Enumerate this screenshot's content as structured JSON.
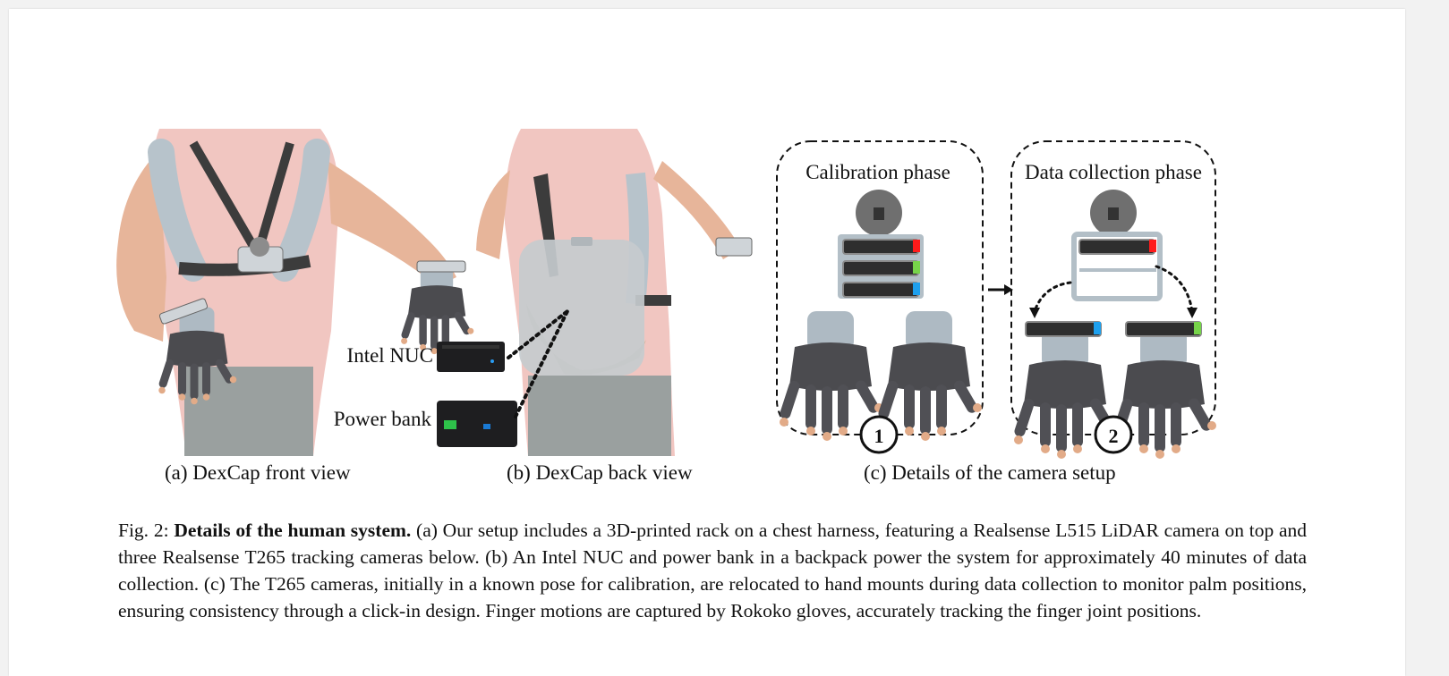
{
  "figure": {
    "panels": [
      {
        "label": "(a) DexCap front view"
      },
      {
        "label": "(b) DexCap back view",
        "callouts": [
          "Intel NUC",
          "Power bank"
        ]
      },
      {
        "label": "(c) Details of the camera setup",
        "phases": [
          {
            "title": "Calibration phase",
            "number": "1"
          },
          {
            "title": "Data collection phase",
            "number": "2"
          }
        ]
      }
    ],
    "colors": {
      "red": "#ff1a1a",
      "green": "#77d44a",
      "blue": "#1ea0ee",
      "shirt": "#f1c6c1",
      "skin": "#e7b59a",
      "strap": "#3c3c3c",
      "pad": "#b7c3cb"
    }
  },
  "caption": {
    "prefix": "Fig. 2: ",
    "title": "Details of the human system.",
    "body": " (a) Our setup includes a 3D-printed rack on a chest harness, featuring a Realsense L515 LiDAR camera on top and three Realsense T265 tracking cameras below. (b) An Intel NUC and power bank in a backpack power the system for approximately 40 minutes of data collection. (c) The T265 cameras, initially in a known pose for calibration, are relocated to hand mounts during data collection to monitor palm positions, ensuring consistency through a click-in design. Finger motions are captured by Rokoko gloves, accurately tracking the finger joint positions."
  }
}
